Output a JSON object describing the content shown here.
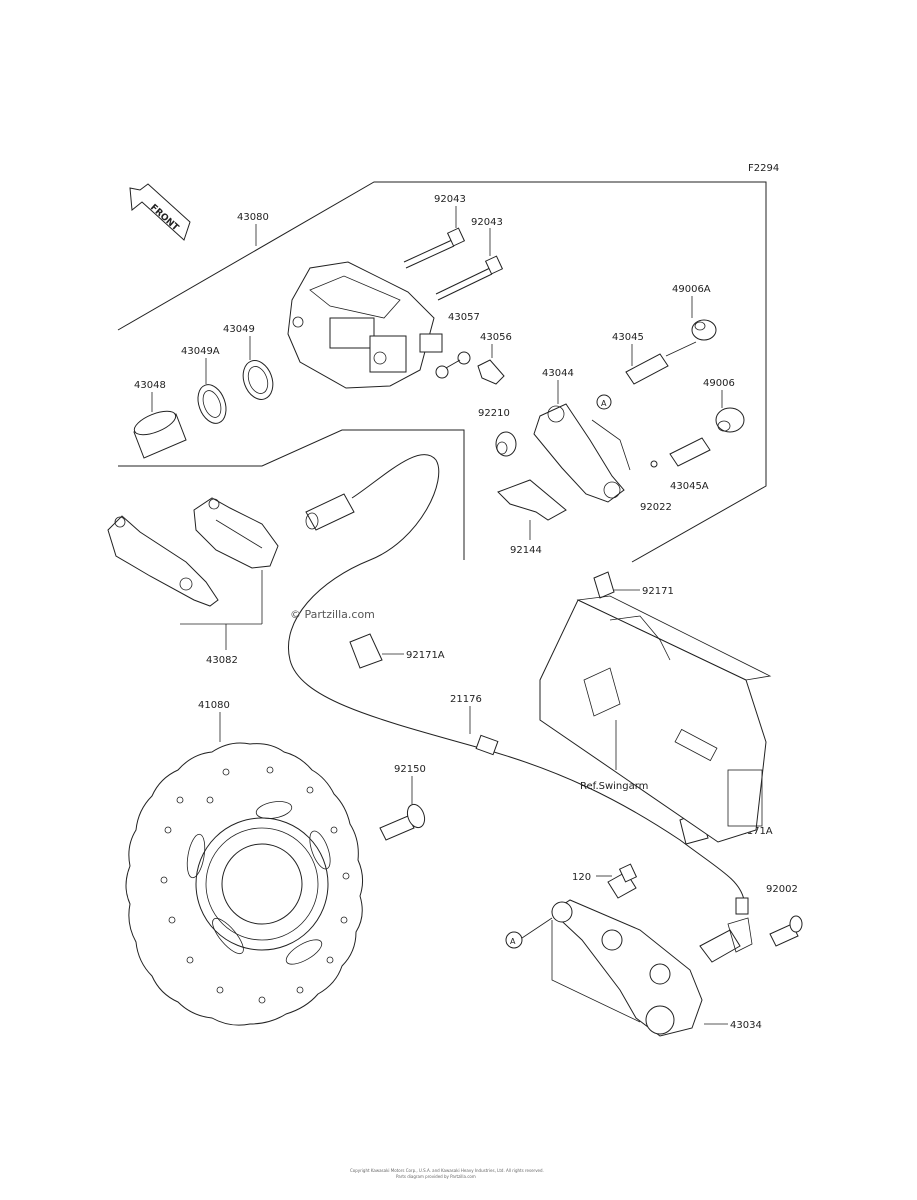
{
  "figure_code": "F2294",
  "front_label": "FRONT",
  "watermark": "© Partzilla.com",
  "ref_swingarm": "Ref.Swingarm",
  "callout_a": "A",
  "parts": {
    "p43080": "43080",
    "p92043_a": "92043",
    "p92043_b": "92043",
    "p43057": "43057",
    "p43056": "43056",
    "p43049": "43049",
    "p43049A": "43049A",
    "p43048": "43048",
    "p49006A": "49006A",
    "p43045": "43045",
    "p43044": "43044",
    "p92210": "92210",
    "p49006": "49006",
    "p43045A": "43045A",
    "p92022": "92022",
    "p92144": "92144",
    "p92171": "92171",
    "p92171A_a": "92171A",
    "p92171A_b": "92171A",
    "p43082": "43082",
    "p41080": "41080",
    "p21176": "21176",
    "p92150": "92150",
    "p120": "120",
    "p92002": "92002",
    "p43034": "43034"
  },
  "footer_line1": "Copyright Kawasaki Motors Corp., U.S.A. and Kawasaki Heavy Industries, Ltd. All rights reserved.",
  "footer_line2": "Parts diagram provided by Partzilla.com"
}
